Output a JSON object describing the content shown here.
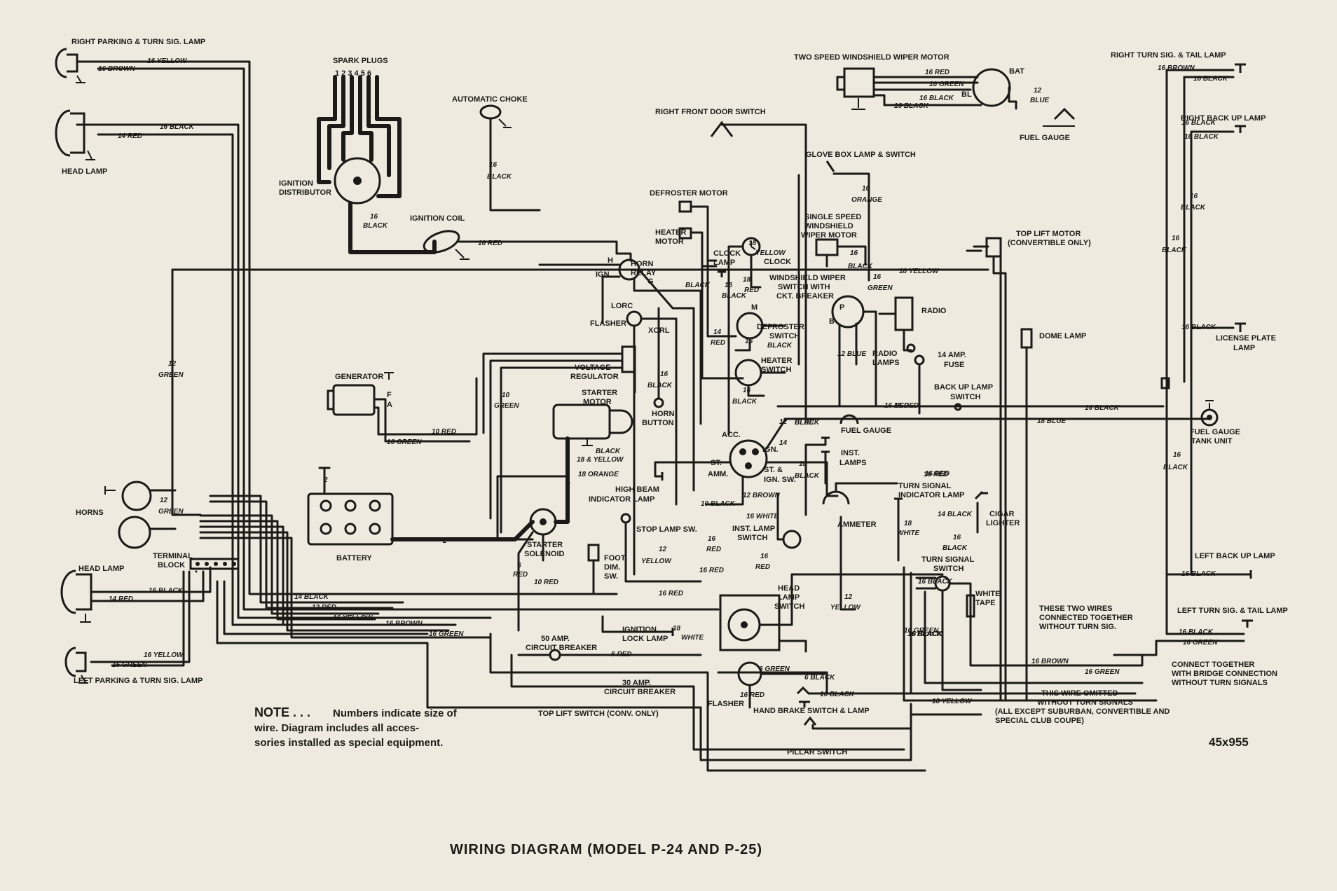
{
  "title": "WIRING DIAGRAM (MODEL P-24 AND P-25)",
  "figure_code": "45x955",
  "note": {
    "head": "NOTE . . .",
    "line1": "Numbers indicate size of",
    "line2": "wire. Diagram includes all acces-",
    "line3": "sories installed as special equipment."
  },
  "components": {
    "right_parking_lamp": "RIGHT PARKING & TURN SIG. LAMP",
    "head_lamp_right": "HEAD LAMP",
    "spark_plugs": "SPARK PLUGS",
    "spark_plug_numbers": "1 2 3 4 5 6",
    "ignition_distributor_1": "IGNITION",
    "ignition_distributor_2": "DISTRIBUTOR",
    "automatic_choke": "AUTOMATIC CHOKE",
    "ignition_coil": "IGNITION COIL",
    "right_front_door_switch": "RIGHT FRONT DOOR SWITCH",
    "wiper_two_speed": "TWO SPEED WINDSHIELD WIPER MOTOR",
    "bat": "BAT",
    "fuel_gauge_top": "FUEL GAUGE",
    "right_turn_tail": "RIGHT TURN SIG. & TAIL LAMP",
    "right_back_up": "RIGHT BACK UP LAMP",
    "glove_box": "GLOVE BOX LAMP & SWITCH",
    "defroster_motor": "DEFROSTER MOTOR",
    "heater_motor_1": "HEATER",
    "heater_motor_2": "MOTOR",
    "horn_relay_1": "HORN",
    "horn_relay_2": "RELAY",
    "ign_term": "IGN.",
    "flasher": "FLASHER",
    "lorc": "LORC",
    "xorl": "XORL",
    "clock_lamp_1": "CLOCK",
    "clock_lamp_2": "LAMP",
    "clock": "CLOCK",
    "single_speed_1": "SINGLE SPEED",
    "single_speed_2": "WINDSHIELD",
    "single_speed_3": "WIPER MOTOR",
    "wiper_switch_1": "WINDSHIELD WIPER",
    "wiper_switch_2": "SWITCH WITH",
    "wiper_switch_3": "CKT. BREAKER",
    "top_lift_motor_1": "TOP LIFT MOTOR",
    "top_lift_motor_2": "(CONVERTIBLE ONLY)",
    "radio": "RADIO",
    "radio_lamps_1": "RADIO",
    "radio_lamps_2": "LAMPS",
    "fuse_1": "14 AMP.",
    "fuse_2": "FUSE",
    "dome_lamp": "DOME LAMP",
    "license_plate_1": "LICENSE PLATE",
    "license_plate_2": "LAMP",
    "defroster_switch_1": "DEFROSTER",
    "defroster_switch_2": "SWITCH",
    "heater_switch_1": "HEATER",
    "heater_switch_2": "SWITCH",
    "voltage_reg_1": "VOLTAGE",
    "voltage_reg_2": "REGULATOR",
    "generator": "GENERATOR",
    "starter_motor_1": "STARTER",
    "starter_motor_2": "MOTOR",
    "horn_button_1": "HORN",
    "horn_button_2": "BUTTON",
    "back_up_switch_1": "BACK UP LAMP",
    "back_up_switch_2": "SWITCH",
    "fuel_gauge_mid": "FUEL GAUGE",
    "fuel_tank_1": "FUEL GAUGE",
    "fuel_tank_2": "TANK UNIT",
    "acc": "ACC.",
    "ign_sw": "IGN.",
    "st": "ST.",
    "amm": "AMM.",
    "st_ign_1": "ST. &",
    "st_ign_2": "IGN. SW.",
    "inst_lamps_1": "INST.",
    "inst_lamps_2": "LAMPS",
    "turn_ind_1": "TURN SIGNAL",
    "turn_ind_2": "INDICATOR LAMP",
    "cigar_1": "CIGAR",
    "cigar_2": "LIGHTER",
    "horns": "HORNS",
    "battery": "BATTERY",
    "high_beam_1": "HIGH BEAM",
    "high_beam_2": "INDICATOR LAMP",
    "ammeter": "AMMETER",
    "inst_lamp_sw_1": "INST. LAMP",
    "inst_lamp_sw_2": "SWITCH",
    "stop_lamp_sw": "STOP LAMP SW.",
    "starter_sol_1": "STARTER",
    "starter_sol_2": "SOLENOID",
    "foot_dim_1": "FOOT",
    "foot_dim_2": "DIM.",
    "foot_dim_3": "SW.",
    "terminal_block_1": "TERMINAL",
    "terminal_block_2": "BLOCK",
    "head_lamp_left": "HEAD LAMP",
    "left_parking": "LEFT PARKING & TURN SIG. LAMP",
    "turn_switch_1": "TURN SIGNAL",
    "turn_switch_2": "SWITCH",
    "white_tape_1": "WHITE",
    "white_tape_2": "TAPE",
    "left_back_up": "LEFT BACK UP LAMP",
    "left_turn_tail": "LEFT TURN SIG. & TAIL LAMP",
    "head_lamp_sw_1": "HEAD",
    "head_lamp_sw_2": "LAMP",
    "head_lamp_sw_3": "SWITCH",
    "ign_lock_1": "IGNITION",
    "ign_lock_2": "LOCK LAMP",
    "cb50_1": "50 AMP.",
    "cb50_2": "CIRCUIT BREAKER",
    "cb30_1": "30 AMP.",
    "cb30_2": "CIRCUIT BREAKER",
    "flasher_low": "FLASHER",
    "top_lift_sw": "TOP LIFT SWITCH (CONV. ONLY)",
    "hand_brake": "HAND BRAKE SWITCH & LAMP",
    "pillar": "PILLAR SWITCH",
    "connected_1": "THESE TWO WIRES",
    "connected_2": "CONNECTED TOGETHER",
    "connected_3": "WITHOUT TURN SIG.",
    "connect_bridge_1": "CONNECT TOGETHER",
    "connect_bridge_2": "WITH BRIDGE CONNECTION",
    "connect_bridge_3": "WITHOUT TURN SIGNALS",
    "omitted_1": "THIS WIRE OMITTED",
    "omitted_2": "WITHOUT TURN SIGNALS",
    "omitted_3": "(ALL EXCEPT SUBURBAN, CONVERTIBLE AND",
    "omitted_4": "SPECIAL CLUB COUPE)",
    "term_h": "H",
    "term_g": "G",
    "term_b": "B",
    "term_p": "P",
    "term_m": "M",
    "term_f": "F",
    "term_a": "A",
    "term_bl": "BL"
  },
  "wires": {
    "w1": "16 YELLOW",
    "w2": "16 BROWN",
    "w3": "16 BLACK",
    "w4": "14 RED",
    "w5": "16",
    "w6": "BLACK",
    "w7": "16 RED",
    "w8": "12",
    "w9": "GREEN",
    "w10": "16 BLACK",
    "w11": "16 RED",
    "w12": "16 GREEN",
    "w13": "16 BLACK",
    "w14": "12",
    "w15": "BLUE",
    "w16": "16 BROWN",
    "w17": "16 BLACK",
    "w18": "16",
    "w19": "BLACK",
    "w20": "16",
    "w21": "ORANGE",
    "w22": "18 YELLOW",
    "w23": "16",
    "w24": "GREEN",
    "w25": "16 BLACK",
    "w26": "16 BLACK",
    "w27": "18",
    "w28": "YELLOW",
    "w29": "18",
    "w30": "RED",
    "w31": "BLACK",
    "w32": "14",
    "w33": "RED",
    "w34": "16",
    "w35": "BLACK",
    "w36": "16",
    "w37": "BLACK",
    "w38": "16",
    "w39": "BLACK",
    "w40": "16",
    "w41": "BLACK",
    "w42": "16",
    "w43": "BLACK",
    "w44": "14",
    "w45": "BLACK",
    "w46": "12",
    "w47": "BLUE",
    "w48": "16 RED",
    "w49": "16 BLACK",
    "w50": "18 BLUE",
    "w51": "12 BLUE",
    "w52": "10",
    "w53": "GREEN",
    "w54": "10 RED",
    "w55": "16 GREEN",
    "w56": "BLACK",
    "w57": "18 & YELLOW",
    "w58": "18 ORANGE",
    "w59": "10 BLACK",
    "w60": "16 WHITE",
    "w61": "12 BROWN",
    "w62": "18",
    "w63": "BLACK",
    "w64": "16 RED",
    "w65": "14 BLACK",
    "w66": "18",
    "w67": "WHITE",
    "w68": "2",
    "w69": "2",
    "w70": "2",
    "w71": "12",
    "w72": "GREEN",
    "w73": "16 BLACK",
    "w74": "14 RED",
    "w75": "14 BLACK",
    "w76": "12 RED",
    "w77": "16 YELLOW",
    "w78": "16 BROWN",
    "w79": "16 GREEN",
    "w80": "16 YELLOW",
    "w81": "16 GREEN",
    "w82": "6",
    "w83": "RED",
    "w84": "10 RED",
    "w85": "12",
    "w86": "YELLOW",
    "w87": "16 RED",
    "w88": "16 RED",
    "w89": "16",
    "w90": "RED",
    "w91": "16",
    "w92": "RED",
    "w93": "12",
    "w94": "YELLOW",
    "w95": "18",
    "w96": "WHITE",
    "w97": "6 RED",
    "w98": "6 GREEN",
    "w99": "6 BLACK",
    "w100": "16 RED",
    "w101": "16 BLACK",
    "w102": "18 YELLOW",
    "w103": "16 BLACK",
    "w104": "16 BROWN",
    "w105": "16 GREEN",
    "w106": "16 BLACK",
    "w107": "16 GREEN",
    "w108": "16 BLACK",
    "w109": "16",
    "w110": "BLACK",
    "w111": "16",
    "w112": "BLACK",
    "w113": "16 BLACK",
    "w114": "16",
    "w115": "BLACK",
    "w116": "16 BLACK",
    "w117": "16",
    "w118": "BLACK",
    "w119": "16 RED",
    "w120": "16 GREEN",
    "w121": "16 BLACK",
    "w122": "16 RED",
    "w123": "2"
  }
}
